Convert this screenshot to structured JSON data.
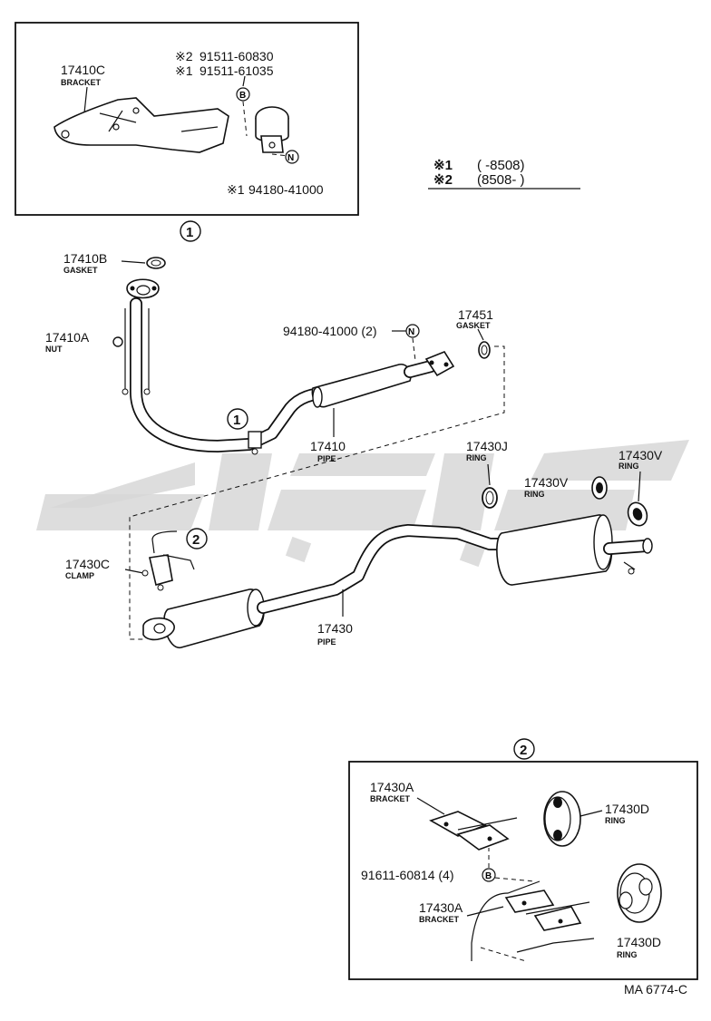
{
  "inset1": {
    "bracket_code": "17410C",
    "bracket_label": "BRACKET",
    "bolt2_mark": "※2",
    "bolt2_code": "91511-60830",
    "bolt1_mark": "※1",
    "bolt1_code": "91511-61035",
    "nut_mark": "※1",
    "nut_code": "94180-41000",
    "ref_b": "B",
    "ref_n": "N",
    "callout": "1"
  },
  "legend": {
    "row1_mark": "※1",
    "row1_range": "(      -8508)",
    "row2_mark": "※2",
    "row2_range": "(8508-       )"
  },
  "main": {
    "gasket_b_code": "17410B",
    "gasket_b_label": "GASKET",
    "nut_a_code": "17410A",
    "nut_a_label": "NUT",
    "nut_n_code": "94180-41000 (2)",
    "ref_n": "N",
    "gasket_code": "17451",
    "gasket_label": "GASKET",
    "pipe_code": "17410",
    "pipe_label": "PIPE",
    "callout1": "1",
    "ring_j_code": "17430J",
    "ring_j_label": "RING",
    "ring_v1_code": "17430V",
    "ring_v1_label": "RING",
    "ring_v2_code": "17430V",
    "ring_v2_label": "RING",
    "clamp_code": "17430C",
    "clamp_label": "CLAMP",
    "callout2": "2",
    "pipe2_code": "17430",
    "pipe2_label": "PIPE"
  },
  "inset2": {
    "callout": "2",
    "bracket_a1_code": "17430A",
    "bracket_a1_label": "BRACKET",
    "bolt_code": "91611-60814 (4)",
    "ref_b": "B",
    "bracket_a2_code": "17430A",
    "bracket_a2_label": "BRACKET",
    "ring_d1_code": "17430D",
    "ring_d1_label": "RING",
    "ring_d2_code": "17430D",
    "ring_d2_label": "RING"
  },
  "footer": {
    "ref": "MA 6774-C"
  }
}
